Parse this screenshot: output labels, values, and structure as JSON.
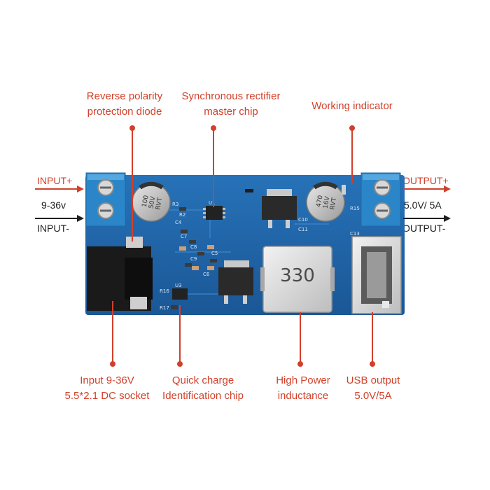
{
  "labels": {
    "reverse_polarity": [
      "Reverse polarity",
      "protection diode"
    ],
    "sync_rectifier": [
      "Synchronous rectifier",
      "master chip"
    ],
    "working_indicator": [
      "Working indicator"
    ],
    "input_socket": [
      "Input 9-36V",
      "5.5*2.1 DC socket"
    ],
    "quick_charge": [
      "Quick charge",
      "Identification chip"
    ],
    "inductance": [
      "High Power",
      "inductance"
    ],
    "usb_output": [
      "USB output",
      "5.0V/5A"
    ]
  },
  "left_terminal": {
    "plus": "INPUT+",
    "range": "9-36v",
    "minus": "INPUT-"
  },
  "right_terminal": {
    "plus": "OUTPUT+",
    "range": "5.0V/ 5A",
    "minus": "OUTPUT-"
  },
  "board": {
    "inductor_code": "330",
    "cap_left": [
      "100",
      "50V",
      "RVT"
    ],
    "cap_right": [
      "470",
      "16V",
      "RVT"
    ],
    "silkscreen": [
      "R3",
      "R2",
      "C4",
      "U1",
      "C7",
      "C8",
      "C9",
      "C5",
      "C6",
      "C10",
      "C11",
      "R15",
      "R16",
      "R17",
      "U3",
      "C13"
    ]
  },
  "colors": {
    "label_red": "#d2402a",
    "board_blue": "#1e62a8",
    "terminal_blue": "#2a86c8"
  }
}
